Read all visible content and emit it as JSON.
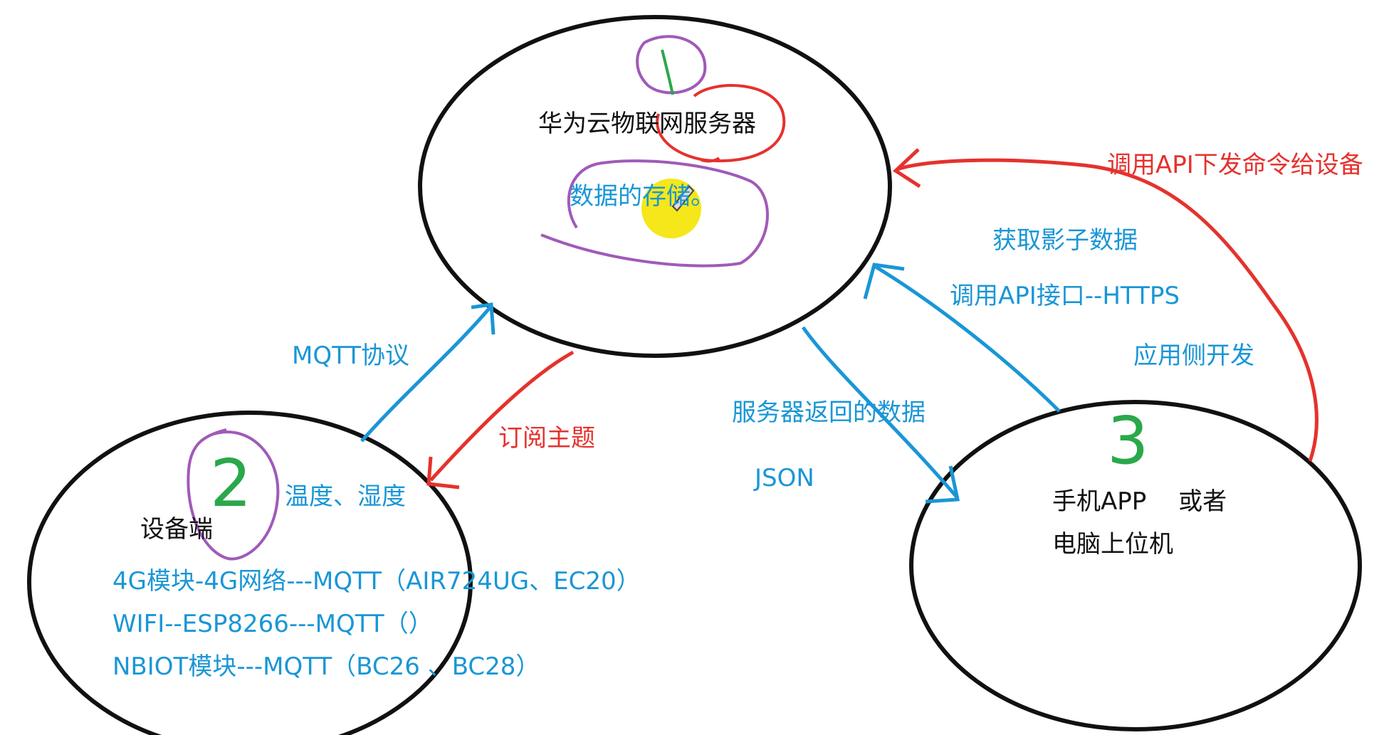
{
  "colors": {
    "blue": "#1a96d6",
    "red": "#e5322d",
    "black": "#111111",
    "green": "#2aa84a",
    "purple": "#a05ab8",
    "highlight": "#f4e400"
  },
  "nodes": {
    "server": {
      "number": "1",
      "title": "华为云物联网服务器",
      "storage": "数据的存储。"
    },
    "device": {
      "number": "2",
      "title": "设备端",
      "data": "温度、湿度",
      "options": [
        "4G模块-4G网络---MQTT（AIR724UG、EC20）",
        "WIFI--ESP8266---MQTT（）",
        "NBIOT模块---MQTT（BC26 、BC28）"
      ]
    },
    "app": {
      "number": "3",
      "line1": "手机APP　 或者",
      "line2": "电脑上位机"
    }
  },
  "edges": {
    "mqtt": "MQTT协议",
    "subscribe": "订阅主题",
    "server_return": "服务器返回的数据",
    "json": "JSON",
    "shadow": "获取影子数据",
    "api_https": "调用API接口--HTTPS",
    "app_dev": "应用侧开发",
    "command": "调用API下发命令给设备"
  }
}
